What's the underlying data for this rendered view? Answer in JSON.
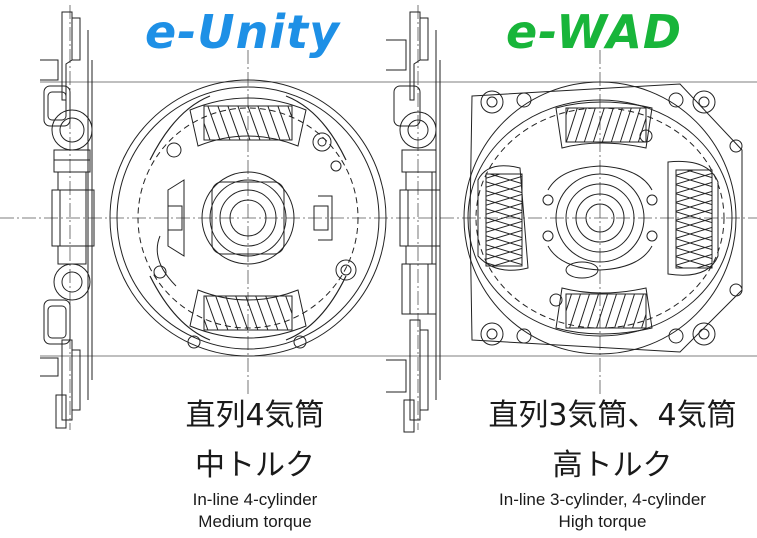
{
  "left": {
    "title": "e-Unity",
    "title_color": "#1e90e6",
    "jp_line1": "直列4気筒",
    "jp_line2": "中トルク",
    "en_line1": "In-line 4-cylinder",
    "en_line2": "Medium torque"
  },
  "right": {
    "title": "e-WAD",
    "title_color": "#18b53a",
    "jp_line1": "直列3気筒、4気筒",
    "jp_line2": "高トルク",
    "en_line1": "In-line 3-cylinder, 4-cylinder",
    "en_line2": "High torque"
  }
}
